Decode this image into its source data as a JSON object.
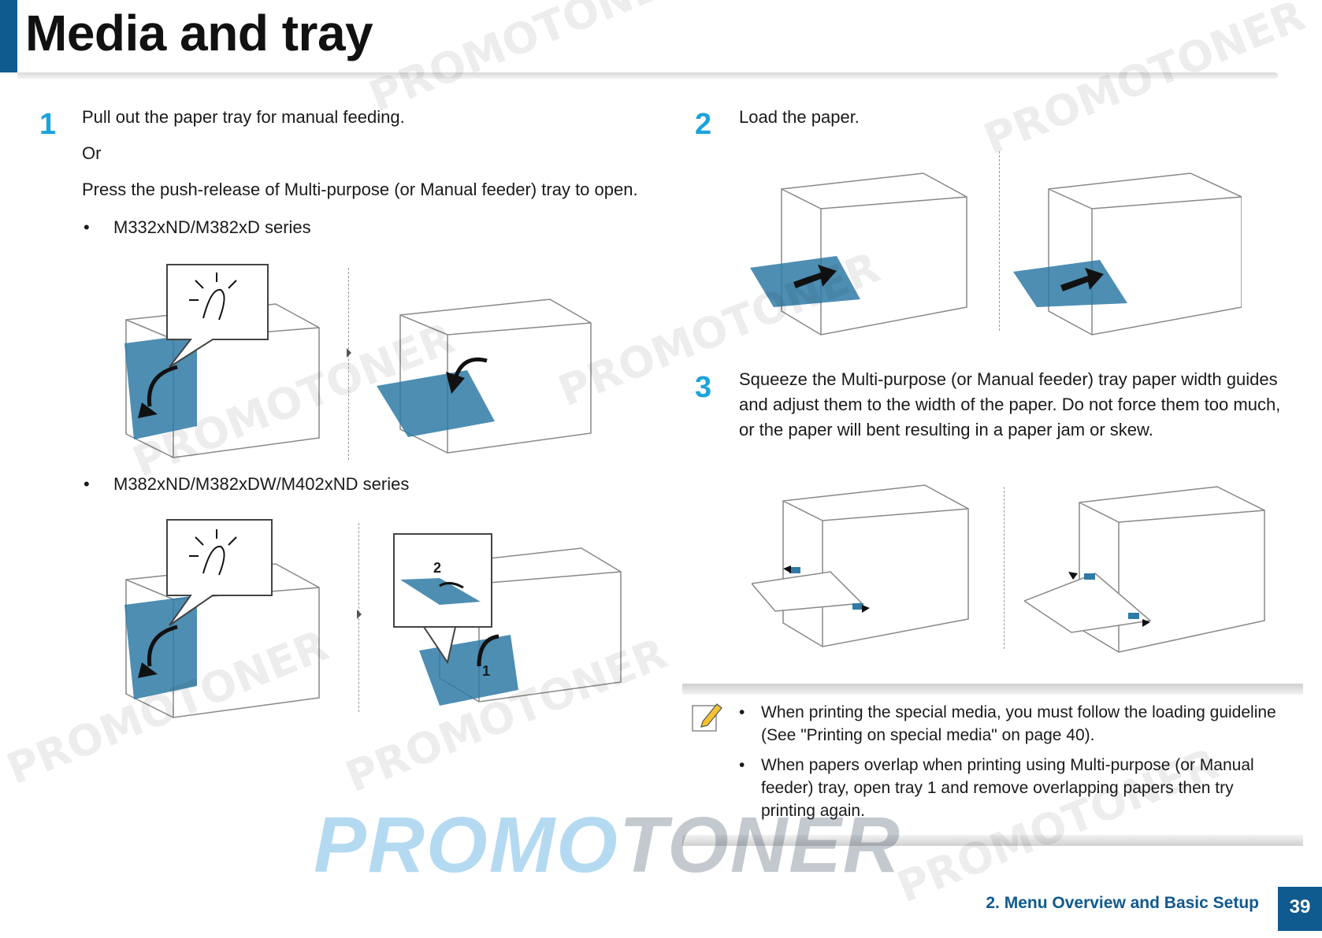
{
  "header": {
    "title": "Media and tray"
  },
  "left": {
    "step1": {
      "num": "1",
      "line1": "Pull out the paper tray for manual feeding.",
      "line2": "Or",
      "line3": "Press the push-release of Multi-purpose (or Manual feeder) tray to open."
    },
    "series_a": "M332xND/M382xD series",
    "series_b": "M382xND/M382xDW/M402xND series",
    "callout_1": "1",
    "callout_2": "2"
  },
  "right": {
    "step2": {
      "num": "2",
      "text": "Load the paper."
    },
    "step3": {
      "num": "3",
      "line1": "Squeeze the Multi-purpose (or Manual feeder) tray paper width guides",
      "line2": "and adjust them to the width of the paper. Do not force them too much,",
      "line3": "or the paper will bent resulting in a paper jam or skew."
    }
  },
  "note": {
    "item1_l1": "When printing the special media, you must follow the loading guideline",
    "item1_l2": "(See \"Printing on special media\" on page 40).",
    "item2_l1": "When papers overlap when printing using Multi-purpose (or Manual",
    "item2_l2": "feeder) tray, open tray 1 and remove overlapping papers then try",
    "item2_l3": "printing again."
  },
  "footer": {
    "section": "2. Menu Overview and Basic Setup",
    "page": "39"
  },
  "watermark": {
    "text": "PROMOTONER",
    "logo_a": "PROMO",
    "logo_b": "TONER"
  },
  "colors": {
    "accent": "#1ba3dd",
    "brand": "#0f5a8f",
    "tray": "#2f7aa6"
  }
}
